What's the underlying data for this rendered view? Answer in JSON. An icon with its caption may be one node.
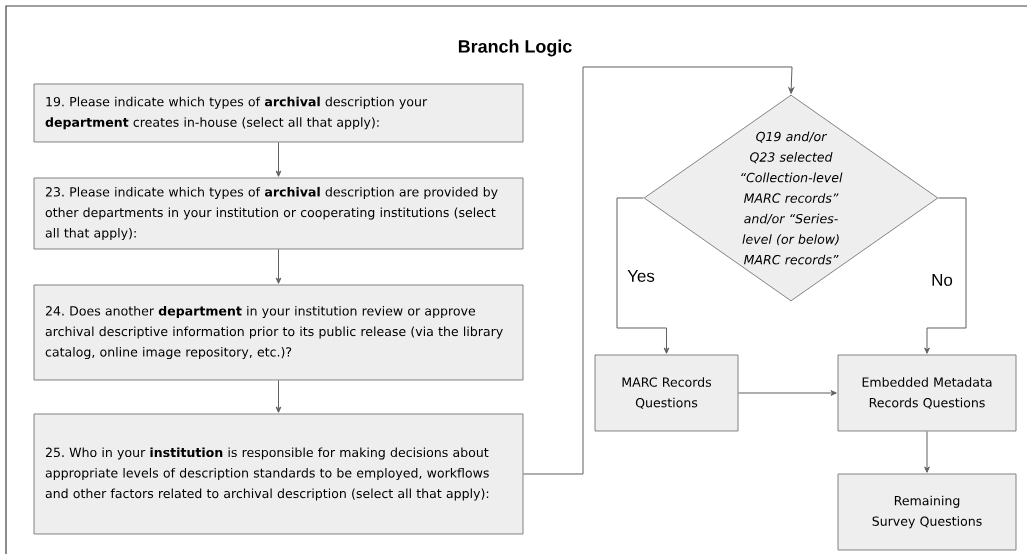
{
  "diagram": {
    "title": "Branch Logic",
    "nodes": [
      {
        "text": [
          "19. Please indicate which types of **archival** description your **department** creates in-house (select all that apply):"
        ]
      },
      {
        "text": [
          "23. Please indicate which types of **archival** description are provided by other departments in your institution or cooperating institutions  (select all that apply):"
        ]
      },
      {
        "text": [
          "24. Does another **department** in your institution review or approve archival descriptive information prior to its public release (via the library catalog, online image repository, etc.)?"
        ]
      },
      {
        "text": [
          "25. Who in your **institution** is responsible for making decisions about appropriate levels of description standards to be employed, workflows and other factors related to archival description (select all that apply):"
        ]
      },
      {
        "text": [
          "Q19 and/or Q23 selected “Collection-level MARC records” and/or “Series-level (or below) MARC records”"
        ]
      },
      {
        "text": [
          "MARC Records Questions"
        ]
      },
      {
        "text": [
          "Embedded Metadata Records Questions"
        ]
      },
      {
        "text": [
          "Remaining Survey Questions"
        ]
      }
    ],
    "edges": [
      {
        "from": 0,
        "to": 1,
        "arrow": "to"
      },
      {
        "from": 1,
        "to": 2,
        "arrow": "to"
      },
      {
        "from": 2,
        "to": 3,
        "arrow": "to"
      },
      {
        "from": 3,
        "to": 4,
        "arrow": "to"
      },
      {
        "from": 4,
        "to": 5,
        "arrow": "to",
        "label": "Yes"
      },
      {
        "from": 4,
        "to": 6,
        "arrow": "to",
        "label": "No"
      },
      {
        "from": 5,
        "to": 6,
        "arrow": "to"
      },
      {
        "from": 6,
        "to": 7,
        "arrow": "to"
      }
    ]
  }
}
